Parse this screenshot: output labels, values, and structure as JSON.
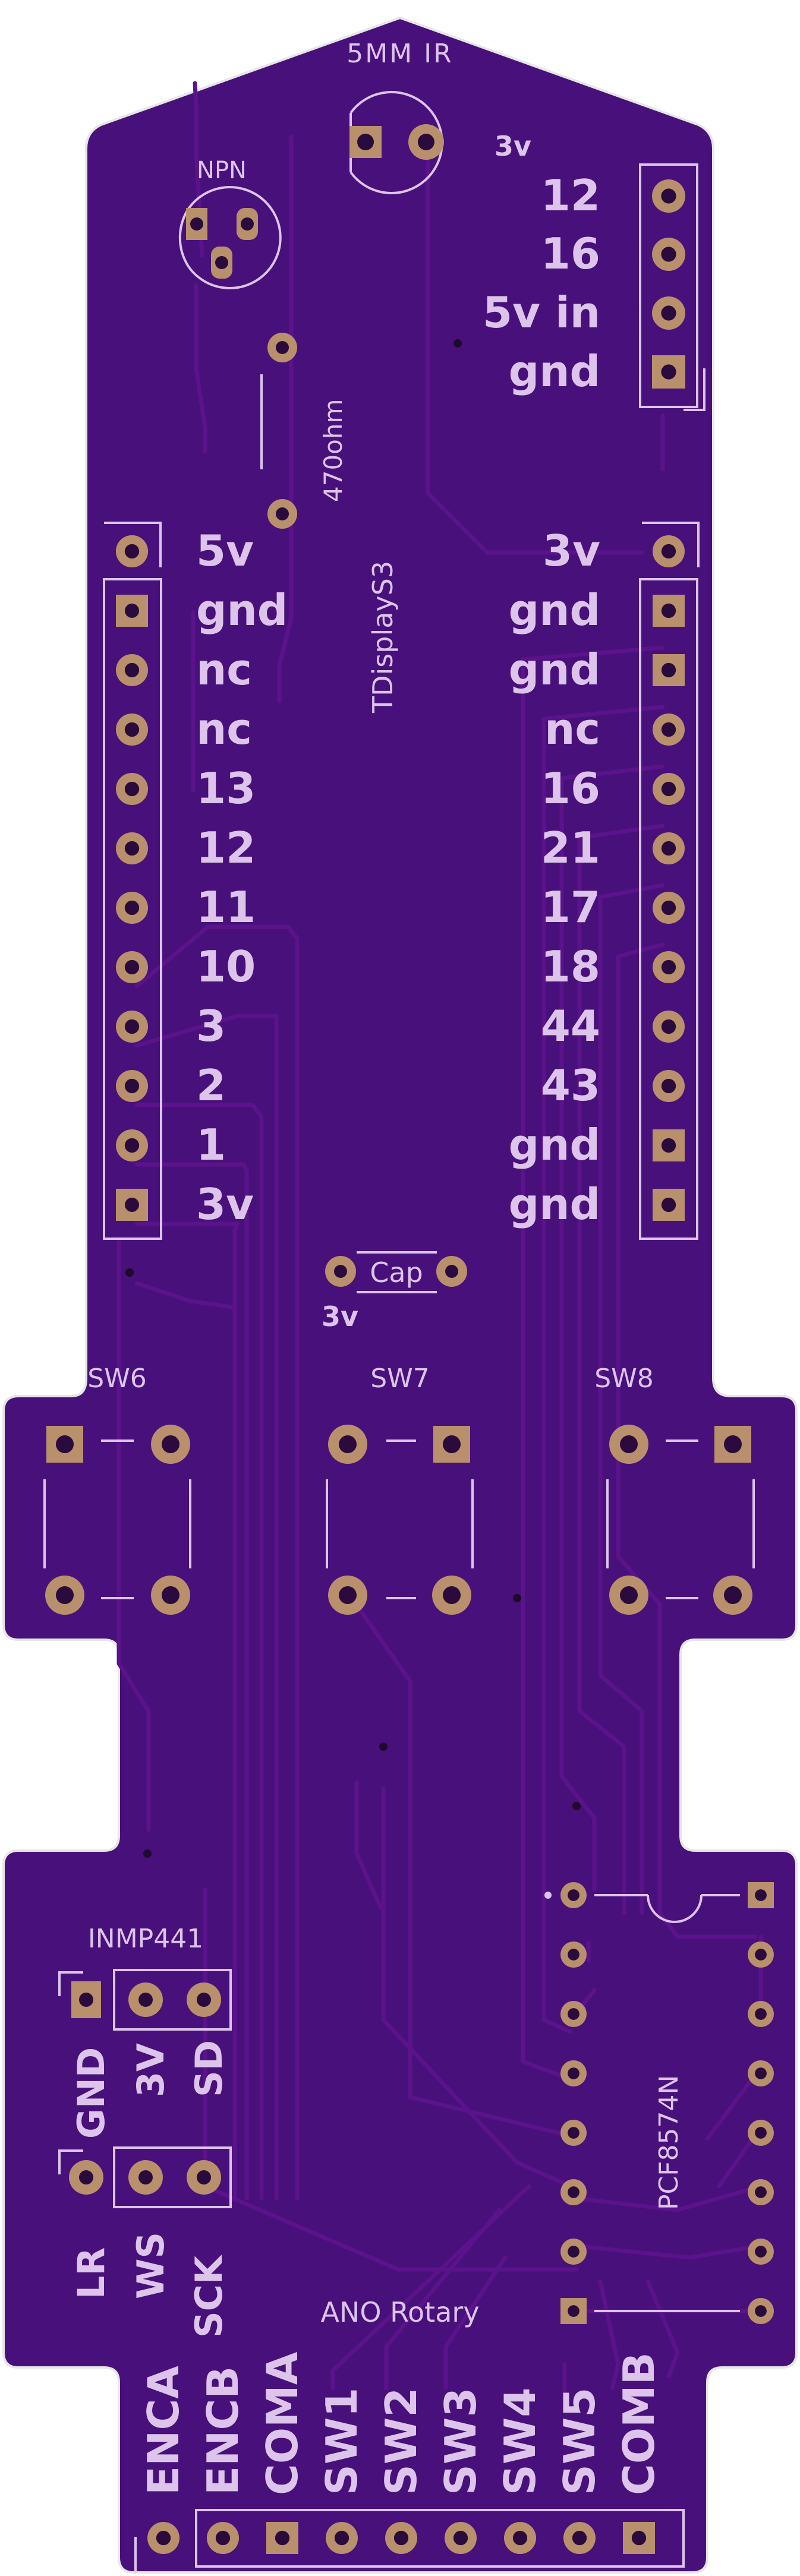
{
  "board": {
    "colors": {
      "board": "#48107a",
      "edge": "#e6e6e6",
      "silkscreen": "#dcc4ea",
      "pad": "#b8916c",
      "trace": "#5a138a"
    }
  },
  "labels": {
    "ir_title": "5MM IR",
    "ir_voltage": "3v",
    "npn": "NPN",
    "resistor": "470ohm",
    "tdisplay": "TDisplayS3",
    "cap": "Cap",
    "cap_voltage": "3v",
    "sw6": "SW6",
    "sw7": "SW7",
    "sw8": "SW8",
    "inmp441": "INMP441",
    "pcf": "PCF8574N",
    "ano": "ANO Rotary"
  },
  "top_right_header": [
    "12",
    "16",
    "5v in",
    "gnd"
  ],
  "left_header": [
    "5v",
    "gnd",
    "nc",
    "nc",
    "13",
    "12",
    "11",
    "10",
    "3",
    "2",
    "1",
    "3v"
  ],
  "right_header": [
    "3v",
    "gnd",
    "gnd",
    "nc",
    "16",
    "21",
    "17",
    "18",
    "44",
    "43",
    "gnd",
    "gnd"
  ],
  "inmp_top_pins": [
    "GND",
    "3V",
    "SD"
  ],
  "inmp_bottom_pins": [
    "LR",
    "WS",
    "SCK"
  ],
  "bottom_header": [
    "ENCA",
    "ENCB",
    "COMA",
    "SW1",
    "SW2",
    "SW3",
    "SW4",
    "SW5",
    "COMB"
  ]
}
